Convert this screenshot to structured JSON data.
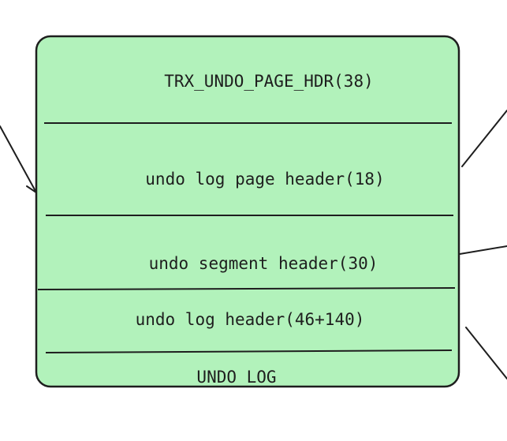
{
  "diagram": {
    "sections": [
      {
        "label": "TRX_UNDO_PAGE_HDR(38)"
      },
      {
        "label": "undo log page header(18)"
      },
      {
        "label": "undo segment header(30)"
      },
      {
        "label": "undo log header(46+140)"
      },
      {
        "label": "UNDO LOG"
      }
    ],
    "colors": {
      "box_fill": "#b2f2bb",
      "stroke": "#1e1e1e",
      "background": "#ffffff"
    }
  }
}
